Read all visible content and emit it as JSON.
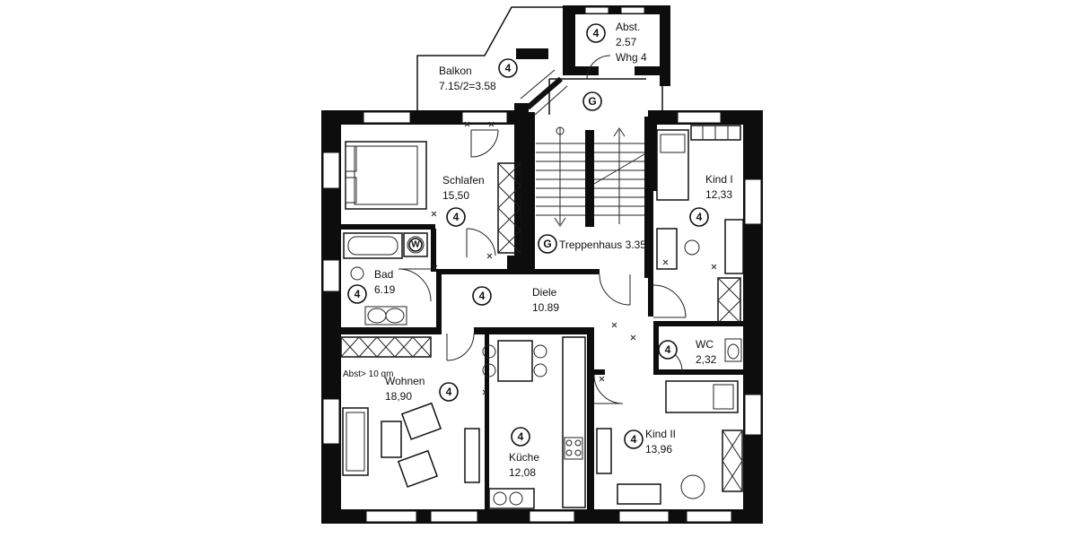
{
  "plan": {
    "rooms": {
      "balkon": {
        "name": "Balkon",
        "area": "7.15/2=3.58",
        "unit": "4"
      },
      "abst_top": {
        "name": "Abst.",
        "area": "2.57",
        "extra": "Whg 4",
        "unit": "4"
      },
      "stair_g": {
        "unit": "G"
      },
      "schlafen": {
        "name": "Schlafen",
        "area": "15,50",
        "unit": "4"
      },
      "treppenhaus": {
        "name": "Treppenhaus 3.35",
        "unit": "G"
      },
      "kind1": {
        "name": "Kind I",
        "area": "12,33",
        "unit": "4"
      },
      "bad": {
        "name": "Bad",
        "area": "6.19",
        "unit": "4"
      },
      "diele": {
        "name": "Diele",
        "area": "10.89",
        "unit": "4"
      },
      "wc": {
        "name": "WC",
        "area": "2,32",
        "unit": "4"
      },
      "wohnen": {
        "name": "Wohnen",
        "area": "18,90",
        "unit": "4",
        "note": "Abst> 10 qm"
      },
      "kueche": {
        "name": "Küche",
        "area": "12,08",
        "unit": "4"
      },
      "kind2": {
        "name": "Kind II",
        "area": "13,96",
        "unit": "4"
      }
    },
    "washer": "W"
  }
}
